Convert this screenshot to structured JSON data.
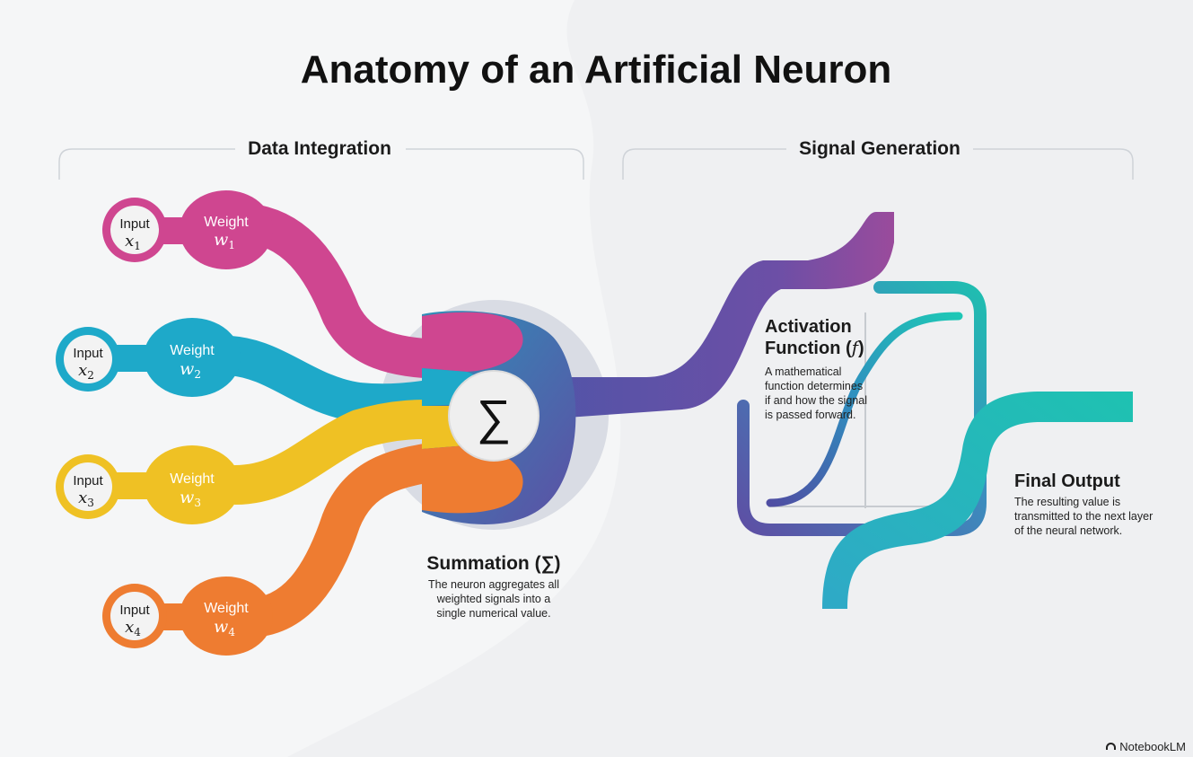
{
  "title": "Anatomy of an Artificial Neuron",
  "sections": {
    "left": "Data Integration",
    "right": "Signal Generation"
  },
  "colors": {
    "magenta": "#cf4690",
    "cyan": "#1ea9c9",
    "yellow": "#efc124",
    "orange": "#ee7c31",
    "purple": "#5d4fa4",
    "teal": "#1fbeb0",
    "background": "#f5f6f7"
  },
  "inputs": [
    {
      "input_label": "Input",
      "input_var": "x",
      "input_sub": "1",
      "weight_label": "Weight",
      "weight_var": "w",
      "weight_sub": "1",
      "color": "#cf4690"
    },
    {
      "input_label": "Input",
      "input_var": "x",
      "input_sub": "2",
      "weight_label": "Weight",
      "weight_var": "w",
      "weight_sub": "2",
      "color": "#1ea9c9"
    },
    {
      "input_label": "Input",
      "input_var": "x",
      "input_sub": "3",
      "weight_label": "Weight",
      "weight_var": "w",
      "weight_sub": "3",
      "color": "#efc124"
    },
    {
      "input_label": "Input",
      "input_var": "x",
      "input_sub": "4",
      "weight_label": "Weight",
      "weight_var": "w",
      "weight_sub": "4",
      "color": "#ee7c31"
    }
  ],
  "summation": {
    "symbol": "∑",
    "title": "Summation (∑)",
    "desc_lines": [
      "The neuron aggregates all",
      "weighted signals into a",
      "single numerical value."
    ]
  },
  "activation": {
    "title_lines": [
      "Activation",
      "Function ("
    ],
    "var": "f",
    "close": ")",
    "desc_lines": [
      "A mathematical",
      "function determines",
      "if and how the signal",
      "is passed forward."
    ]
  },
  "output": {
    "title": "Final Output",
    "desc_lines": [
      "The resulting value is",
      "transmitted to the next layer",
      "of the neural network."
    ]
  },
  "brand": "NotebookLM"
}
